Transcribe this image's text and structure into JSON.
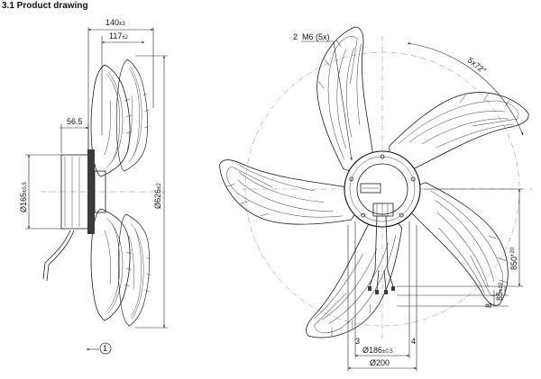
{
  "section_title": "3.1 Product drawing",
  "side_view": {
    "dim_overall_depth": "140",
    "dim_overall_depth_tol": "±3",
    "dim_blade_depth": "117",
    "dim_blade_depth_tol": "±2",
    "dim_motor_depth": "56.5",
    "dim_motor_diameter": "Ø165",
    "dim_motor_diameter_tol": "±0.5",
    "dim_fan_diameter": "Ø626",
    "dim_fan_diameter_tol": "±2",
    "callout_1": "1"
  },
  "front_view": {
    "callout_2": "2",
    "thread_label": "M6 (5x)",
    "angle_label": "5x72°",
    "callout_3": "3",
    "callout_4": "4",
    "dim_bolt_circle": "Ø186",
    "dim_bolt_circle_tol": "±0.5",
    "dim_hub_diameter": "Ø200",
    "dim_cable_length": "850",
    "dim_cable_length_tol": "+20",
    "dim_strip_length": "85",
    "dim_strip_length_tol": "±10",
    "dim_end_length": "8"
  }
}
